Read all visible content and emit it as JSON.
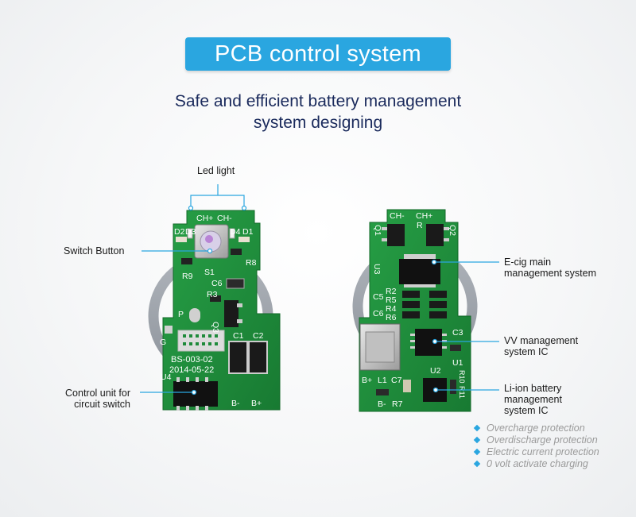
{
  "header": {
    "title": "PCB control system",
    "subtitle_line1": "Safe and efficient battery management",
    "subtitle_line2": "system designing"
  },
  "left_board": {
    "callouts": {
      "led_light": "Led light",
      "switch_button": "Switch Button",
      "control_unit_line1": "Control unit for",
      "control_unit_line2": "circuit switch"
    },
    "silkscreen": {
      "ch_plus": "CH+",
      "ch_minus": "CH-",
      "d2": "D2",
      "d3": "D3",
      "d4": "D4",
      "d1": "D1",
      "r9": "R9",
      "r8": "R8",
      "s1": "S1",
      "c6": "C6",
      "r3": "R3",
      "q3": "Q3",
      "p": "P",
      "g": "G",
      "c1": "C1",
      "c2": "C2",
      "board_id": "BS-003-02",
      "date": "2014-05-22",
      "u4": "U4",
      "b_minus": "B-",
      "b_plus": "B+"
    }
  },
  "right_board": {
    "callouts": {
      "main_line1": "E-cig main",
      "main_line2": "management system",
      "vv_line1": "VV management",
      "vv_line2": "system IC",
      "li_line1": "Li-ion battery",
      "li_line2": "management",
      "li_line3": "system IC"
    },
    "silkscreen": {
      "ch_minus": "CH-",
      "ch_plus": "CH+",
      "q1": "Q1",
      "q2": "Q2",
      "r": "R",
      "u3": "U3",
      "c5": "C5",
      "r2": "R2",
      "r5": "R5",
      "r4": "R4",
      "c6": "C6",
      "r6": "R6",
      "c3": "C3",
      "u1": "U1",
      "u2": "U2",
      "b_plus": "B+",
      "l1": "L1",
      "c7": "C7",
      "b_minus": "B-",
      "r7": "R7",
      "r10": "R10",
      "r11": "R11"
    },
    "features": [
      "Overcharge protection",
      "Overdischarge protection",
      "Electric current protection",
      "0 volt activate charging"
    ]
  },
  "colors": {
    "accent": "#2aa6e0",
    "heading": "#1a2a5c",
    "pcb": "#1e8a3a",
    "ring": "#9ea3ab"
  }
}
